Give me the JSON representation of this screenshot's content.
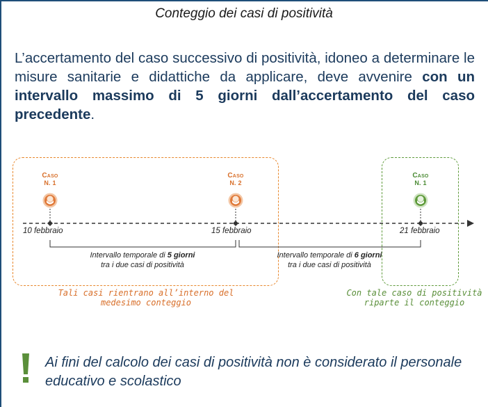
{
  "title": "Conteggio dei casi di positività",
  "intro": {
    "text_plain": "L’accertamento del caso successivo di positività, idoneo a determinare le misure sanitarie e didattiche da applicare, deve avvenire ",
    "text_bold": "con un intervallo massimo di 5 giorni dall’accertamento del caso precedente",
    "text_end": "."
  },
  "cases": [
    {
      "label_top": "Caso",
      "label_bottom": "N. 1",
      "date": "10 febbraio",
      "color": "#e07a3a"
    },
    {
      "label_top": "Caso",
      "label_bottom": "N. 2",
      "date": "15 febbraio",
      "color": "#e07a3a"
    },
    {
      "label_top": "Caso",
      "label_bottom": "N. 1",
      "date": "21 febbraio",
      "color": "#5e9a3a"
    }
  ],
  "intervals": [
    {
      "line1_prefix": "Intervallo temporale di ",
      "days": "5 giorni",
      "line2": "tra i due casi di positività"
    },
    {
      "line1_prefix": "Intervallo temporale di ",
      "days": "6 giorni",
      "line2": "tra i due casi di positività"
    }
  ],
  "notes": {
    "orange_line1": "Tali casi rientrano all’interno del",
    "orange_line2": "medesimo conteggio",
    "green_line1": "Con tale caso di positività",
    "green_line2": "riparte il conteggio"
  },
  "footer": {
    "exclamation": "!",
    "text": "Ai fini del calcolo dei casi di positività non è considerato il personale educativo e scolastico"
  },
  "colors": {
    "frame": "#1f4e79",
    "text": "#1b3a5c",
    "orange": "#e8862a",
    "green": "#5e9a3a",
    "exclamation": "#5a8f3a"
  }
}
